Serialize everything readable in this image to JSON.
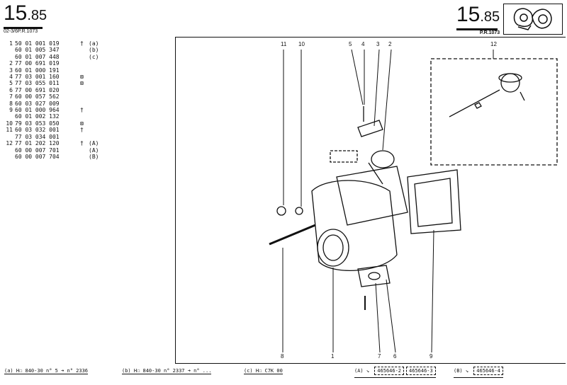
{
  "header_left": {
    "page_number": "15",
    "page_suffix": ".85",
    "ref": "02-3/6P.R.1073"
  },
  "header_right": {
    "page_number": "15",
    "page_suffix": ".85",
    "ref": "P.R.1073",
    "icon": "turbocharger-icon"
  },
  "parts": [
    {
      "item": "1",
      "ref": "50 01 001 019",
      "mark": "†",
      "note": "(a)"
    },
    {
      "item": "",
      "ref": "60 01 005 347",
      "mark": "",
      "note": "(b)"
    },
    {
      "item": "",
      "ref": "60 01 007 448",
      "mark": "",
      "note": "(c)"
    },
    {
      "item": "2",
      "ref": "77 00 691 019",
      "mark": "",
      "note": ""
    },
    {
      "item": "3",
      "ref": "60 01 000 191",
      "mark": "",
      "note": ""
    },
    {
      "item": "4",
      "ref": "77 03 001 160",
      "mark": "⊠",
      "note": ""
    },
    {
      "item": "5",
      "ref": "77 03 055 011",
      "mark": "⊠",
      "note": ""
    },
    {
      "item": "6",
      "ref": "77 00 691 020",
      "mark": "",
      "note": ""
    },
    {
      "item": "7",
      "ref": "60 00 057 562",
      "mark": "",
      "note": ""
    },
    {
      "item": "8",
      "ref": "60 03 027 009",
      "mark": "",
      "note": ""
    },
    {
      "item": "9",
      "ref": "60 01 000 964",
      "mark": "†",
      "note": ""
    },
    {
      "item": "",
      "ref": "60 01 002 132",
      "mark": "",
      "note": ""
    },
    {
      "item": "10",
      "ref": "79 03 053 050",
      "mark": "⊠",
      "note": ""
    },
    {
      "item": "11",
      "ref": "60 03 032 001",
      "mark": "†",
      "note": ""
    },
    {
      "item": "",
      "ref": "77 03 034 001",
      "mark": "",
      "note": ""
    },
    {
      "item": "12",
      "ref": "77 01 202 120",
      "mark": "†",
      "note": "(A)"
    },
    {
      "item": "",
      "ref": "60 00 007 701",
      "mark": "",
      "note": "(A)"
    },
    {
      "item": "",
      "ref": "60 00 007 704",
      "mark": "",
      "note": "(B)"
    }
  ],
  "callouts_top": [
    "11",
    "10",
    "5",
    "4",
    "3",
    "2",
    "12"
  ],
  "callouts_bottom": [
    "8",
    "1",
    "7",
    "6",
    "9"
  ],
  "footer": {
    "a": "(a)  H☐ 840-30  n° 5  ➜  n° 2336",
    "b": "(b)  H☐ 840-30  n° 2337  ➜  n° ...",
    "c": "(c)  H☐ C7K 00",
    "A_label": "(A)  ↘",
    "A_refs": [
      "465646-2",
      "465646-3"
    ],
    "B_label": "(B)  ↘",
    "B_refs": [
      "465646-4"
    ]
  }
}
